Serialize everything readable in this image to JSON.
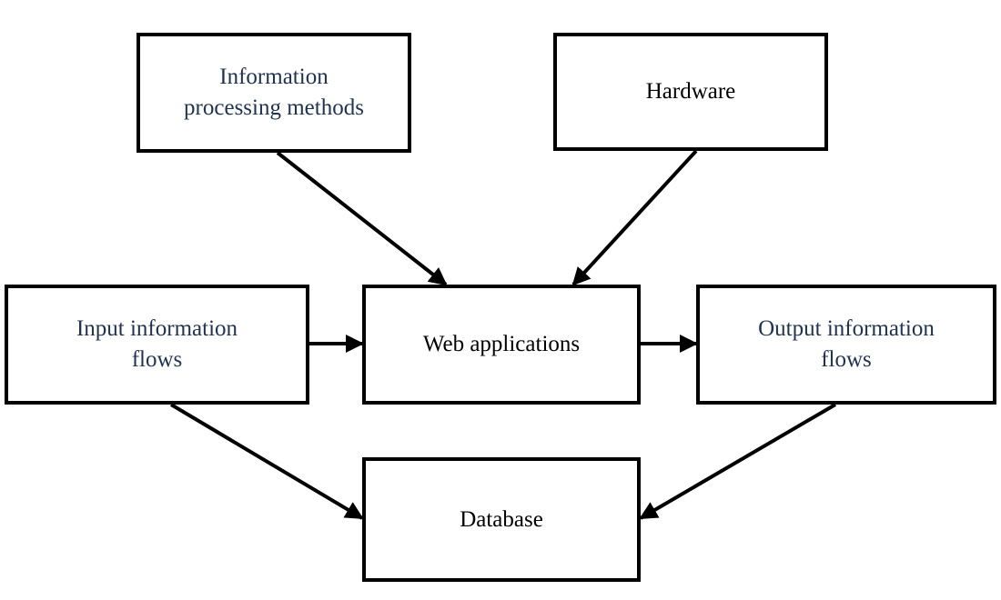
{
  "colors": {
    "line": "#000000",
    "text_component": "#1f3350",
    "text_central": "#000000"
  },
  "nodes": {
    "info_methods": "Information\nprocessing methods",
    "hardware": "Hardware",
    "input_flows": "Input information\nflows",
    "web_apps": "Web applications",
    "output_flows": "Output information\nflows",
    "database": "Database"
  },
  "edges": [
    {
      "from": "info_methods",
      "to": "web_apps"
    },
    {
      "from": "hardware",
      "to": "web_apps"
    },
    {
      "from": "input_flows",
      "to": "web_apps"
    },
    {
      "from": "web_apps",
      "to": "output_flows"
    },
    {
      "from": "input_flows",
      "to": "database"
    },
    {
      "from": "output_flows",
      "to": "database"
    }
  ]
}
